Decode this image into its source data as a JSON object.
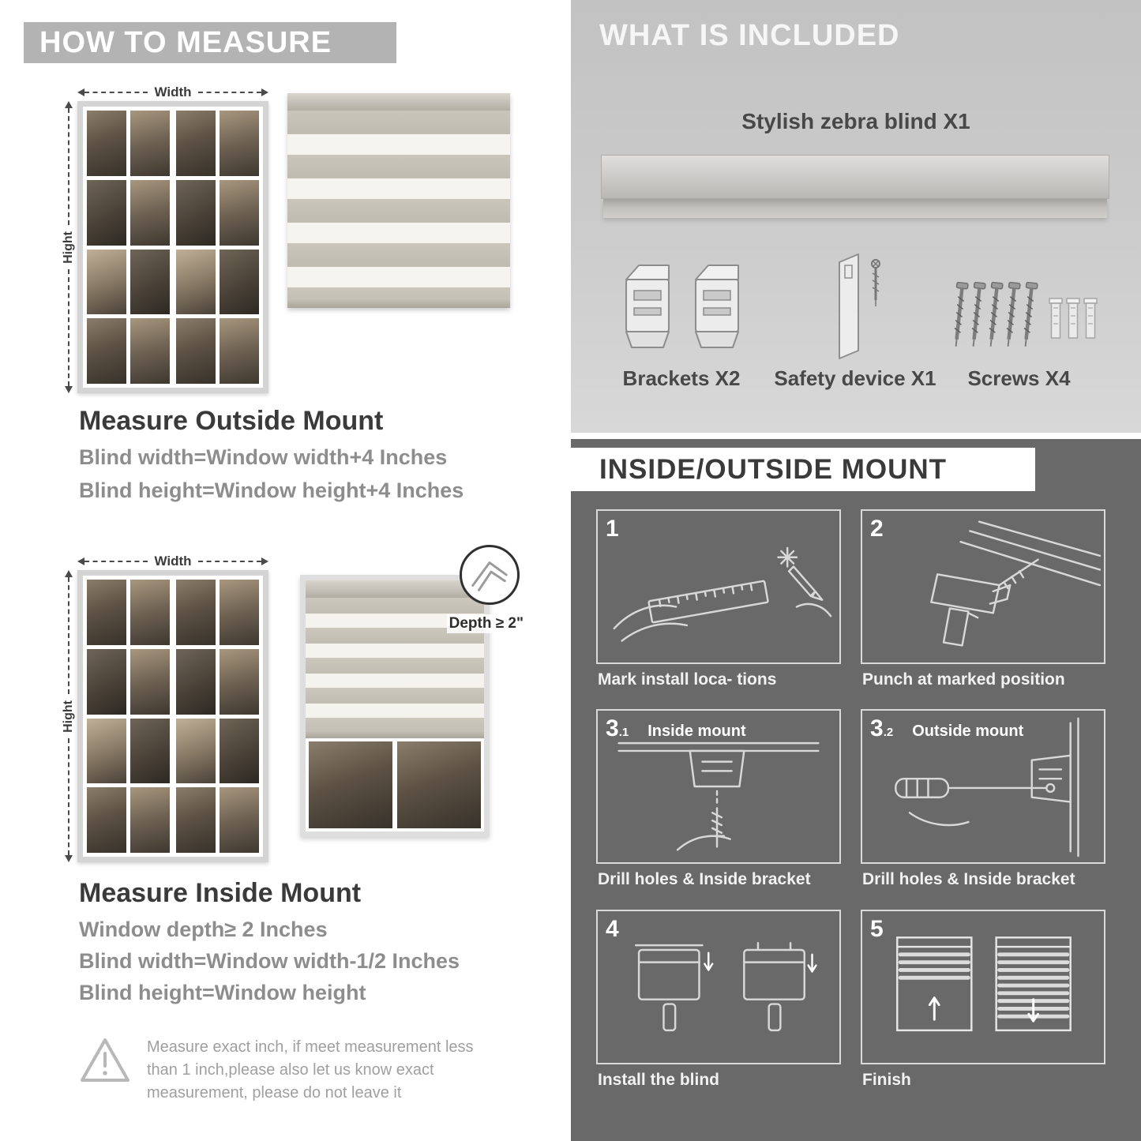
{
  "colors": {
    "banner_gray": "#b3b3b3",
    "included_panel_gray": "#c9c9c9",
    "mount_panel_gray": "#696969",
    "heading_dark": "#3a3a3a",
    "spec_text_gray": "#8d8d8d",
    "line_art_gray": "#d8d8d8"
  },
  "measure": {
    "header": "HOW TO MEASURE",
    "outside": {
      "width_label": "Width",
      "height_label": "Hight",
      "heading": "Measure Outside Mount",
      "lines": [
        "Blind width=Window width+4 Inches",
        "Blind height=Window height+4 Inches"
      ]
    },
    "inside": {
      "width_label": "Width",
      "height_label": "Hight",
      "depth_label": "Depth ≥ 2\"",
      "heading": "Measure Inside Mount",
      "lines": [
        "Window depth≥ 2 Inches",
        "Blind width=Window width-1/2 Inches",
        "Blind height=Window height"
      ]
    },
    "note": "Measure exact inch, if meet measurement less than 1 inch,please also let us know exact measurement, please do not leave it"
  },
  "included": {
    "header": "WHAT IS INCLUDED",
    "blind_label": "Stylish zebra blind X1",
    "items": [
      {
        "label": "Brackets X2"
      },
      {
        "label": "Safety device X1"
      },
      {
        "label": "Screws X4"
      }
    ]
  },
  "mount": {
    "header": "INSIDE/OUTSIDE MOUNT",
    "steps": [
      {
        "num": "1",
        "sub": "",
        "title": "",
        "caption": "Mark install loca- tions"
      },
      {
        "num": "2",
        "sub": "",
        "title": "",
        "caption": "Punch at  marked position"
      },
      {
        "num": "3",
        "sub": ".1",
        "title": "Inside mount",
        "caption": "Drill holes &  Inside bracket"
      },
      {
        "num": "3",
        "sub": ".2",
        "title": "Outside mount",
        "caption": "Drill holes &  Inside bracket"
      },
      {
        "num": "4",
        "sub": "",
        "title": "",
        "caption": "Install the blind"
      },
      {
        "num": "5",
        "sub": "",
        "title": "",
        "caption": "Finish"
      }
    ]
  }
}
